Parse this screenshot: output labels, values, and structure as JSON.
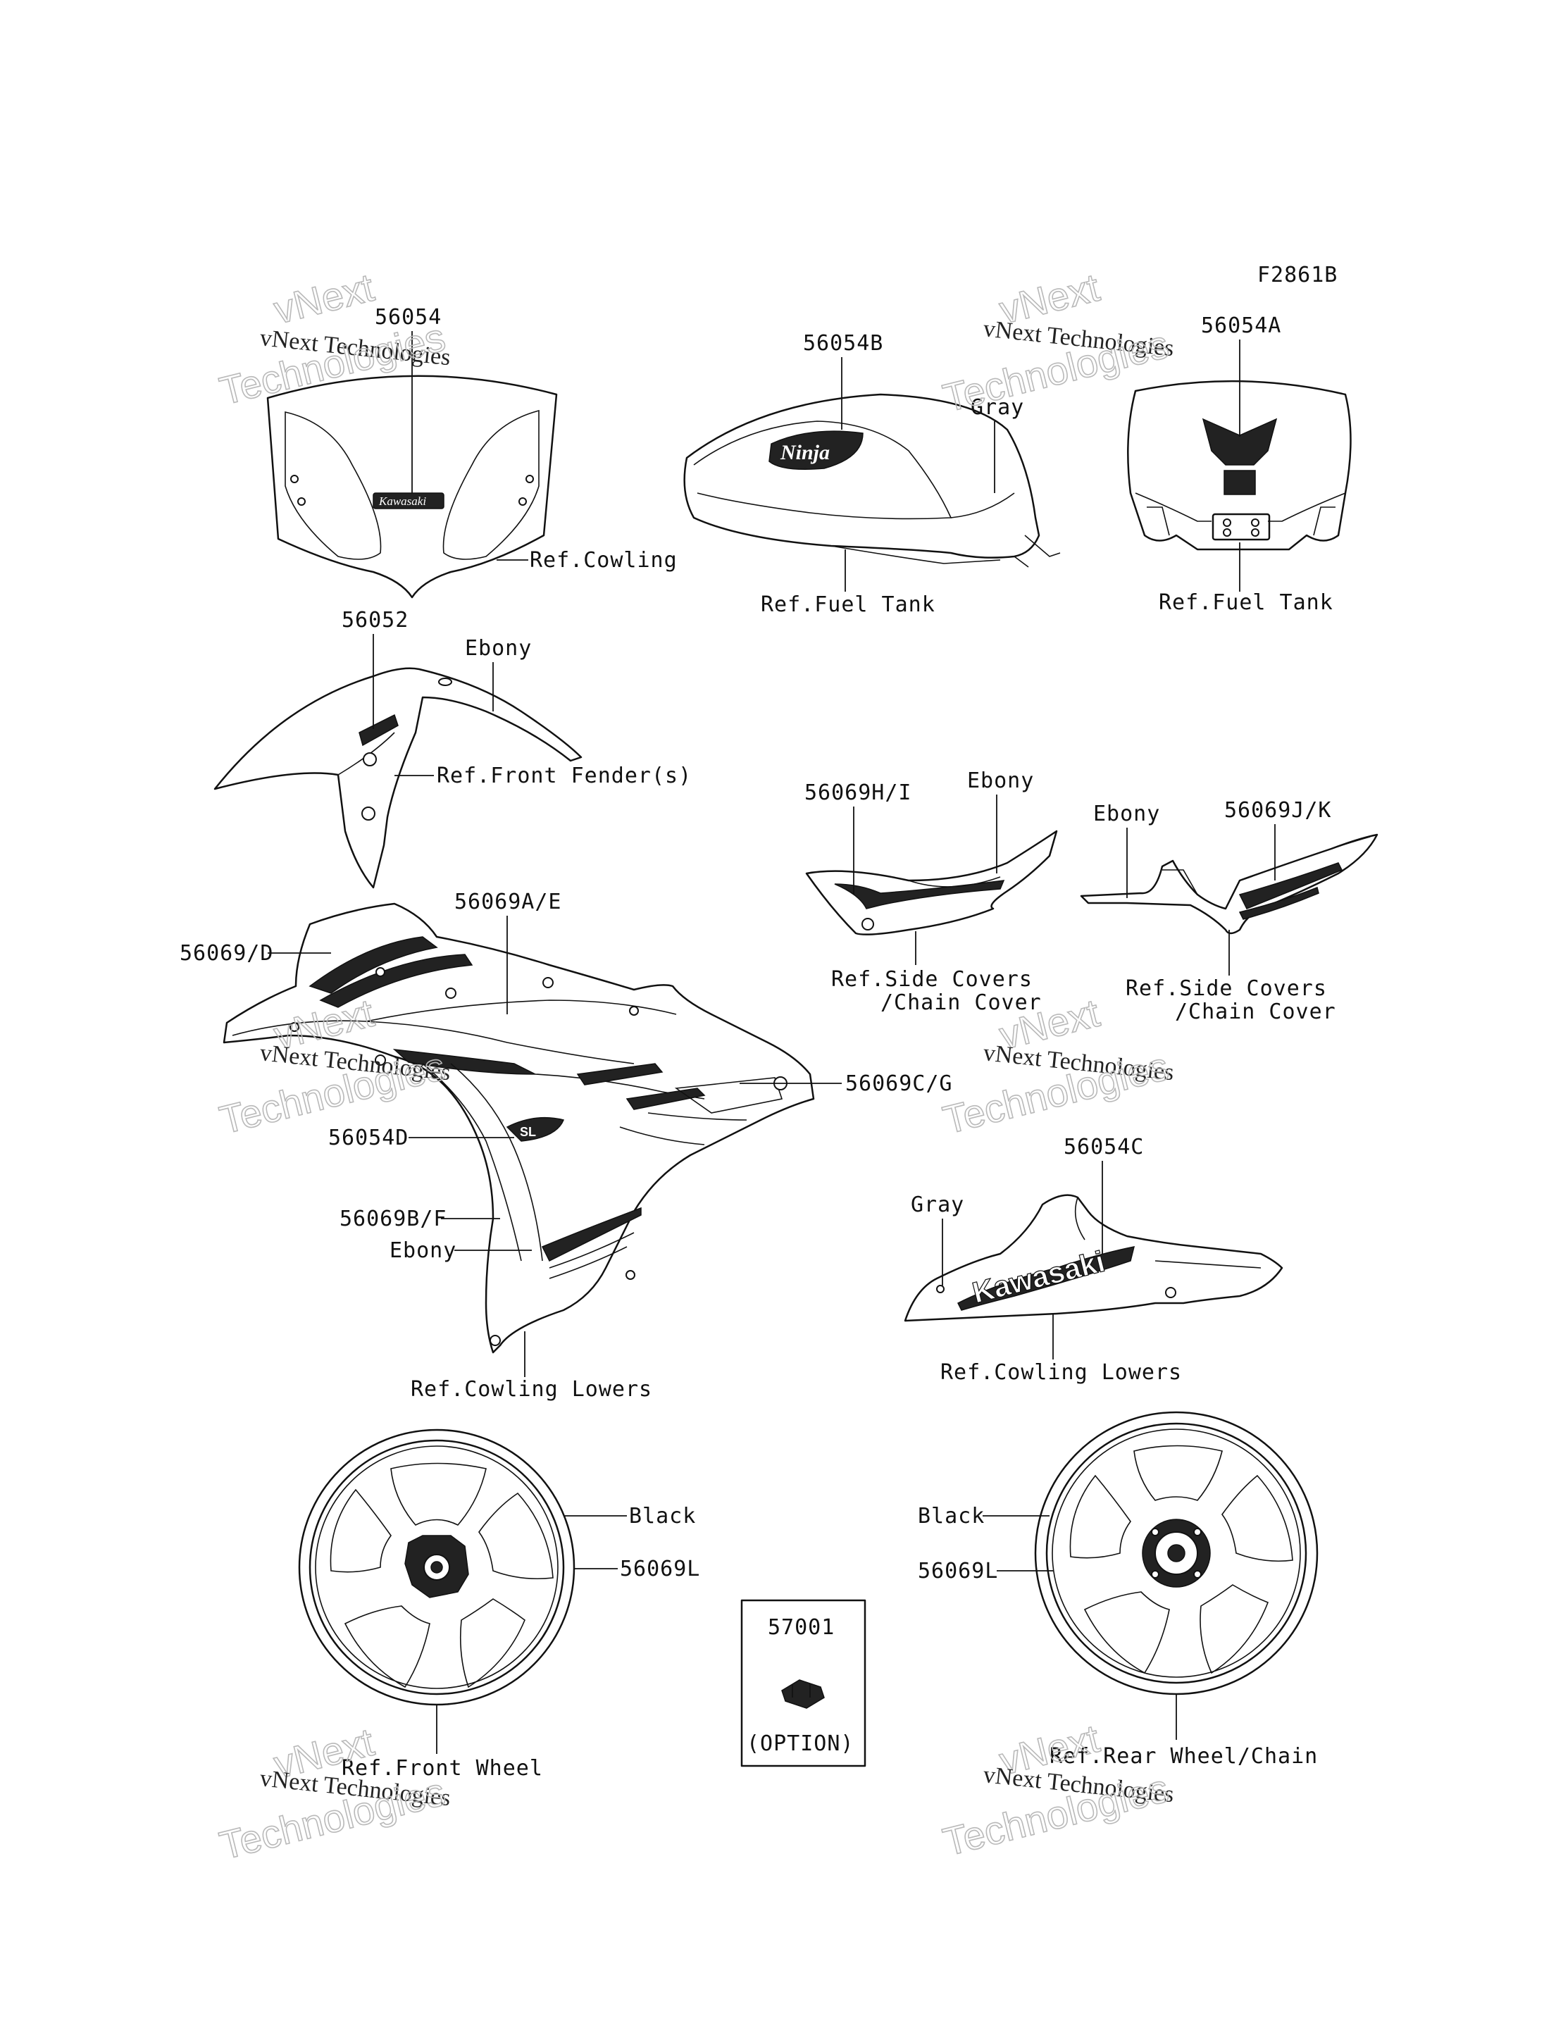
{
  "figure_code": "F2861B",
  "watermark": {
    "line1": "vNext Technologies",
    "line2": "vNext",
    "line3": "Technologies"
  },
  "labels": {
    "l_56054": "56054",
    "l_ref_cowling": "Ref.Cowling",
    "l_56054b": "56054B",
    "l_gray_tank": "Gray",
    "l_ref_fuel_tank_1": "Ref.Fuel Tank",
    "l_56054a": "56054A",
    "l_ref_fuel_tank_2": "Ref.Fuel Tank",
    "l_56052": "56052",
    "l_ebony_fender": "Ebony",
    "l_ref_front_fender": "Ref.Front Fender(s)",
    "l_56069hi": "56069H/I",
    "l_ebony_side1": "Ebony",
    "l_ref_side_covers_1a": "Ref.Side Covers",
    "l_ref_side_covers_1b": "/Chain Cover",
    "l_ebony_side2": "Ebony",
    "l_56069jk": "56069J/K",
    "l_ref_side_covers_2a": "Ref.Side Covers",
    "l_ref_side_covers_2b": "/Chain Cover",
    "l_56069d": "56069/D",
    "l_56069ae": "56069A/E",
    "l_56069cg": "56069C/G",
    "l_56054d": "56054D",
    "l_56069bf": "56069B/F",
    "l_ebony_lower": "Ebony",
    "l_ref_cowling_lowers_1": "Ref.Cowling Lowers",
    "l_56054c": "56054C",
    "l_gray_lower": "Gray",
    "l_ref_cowling_lowers_2": "Ref.Cowling Lowers",
    "l_black_front": "Black",
    "l_56069l_front": "56069L",
    "l_ref_front_wheel": "Ref.Front Wheel",
    "l_57001": "57001",
    "l_option": "(OPTION)",
    "l_black_rear": "Black",
    "l_56069l_rear": "56069L",
    "l_ref_rear_wheel": "Ref.Rear Wheel/Chain"
  },
  "decal_text": {
    "ninja": "Ninja",
    "kawasaki_small": "Kawasaki",
    "kawasaki_large": "Kawasaki",
    "model": "SL"
  }
}
